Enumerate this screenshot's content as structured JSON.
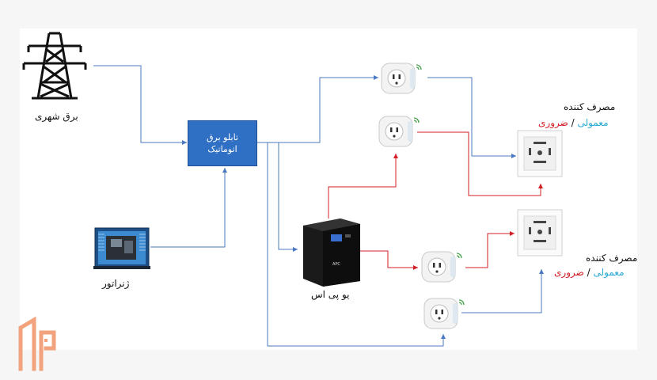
{
  "labels": {
    "grid": "برق شهری",
    "generator": "ژنراتور",
    "panel_line1": "تابلو برق",
    "panel_line2": "اتوماتیک",
    "ups": "یو پی اس"
  },
  "consumers": [
    {
      "title": "مصرف کننده",
      "normal": "معمولی",
      "separator": "/",
      "critical": "ضروری"
    },
    {
      "title": "مصرف کننده",
      "normal": "معمولی",
      "separator": "/",
      "critical": "ضروری"
    }
  ],
  "colors": {
    "normal_line": "#4a78c2",
    "critical_line": "#d21f26",
    "panel_box": "#2f6fc4",
    "normal_text": "#2aa9d6",
    "critical_text": "#d21f26",
    "logo": "#f3a27e"
  },
  "icons": [
    "transmission-tower-icon",
    "generator-icon",
    "ups-icon",
    "smart-plug-icon",
    "wall-socket-icon",
    "brand-logo-icon"
  ]
}
